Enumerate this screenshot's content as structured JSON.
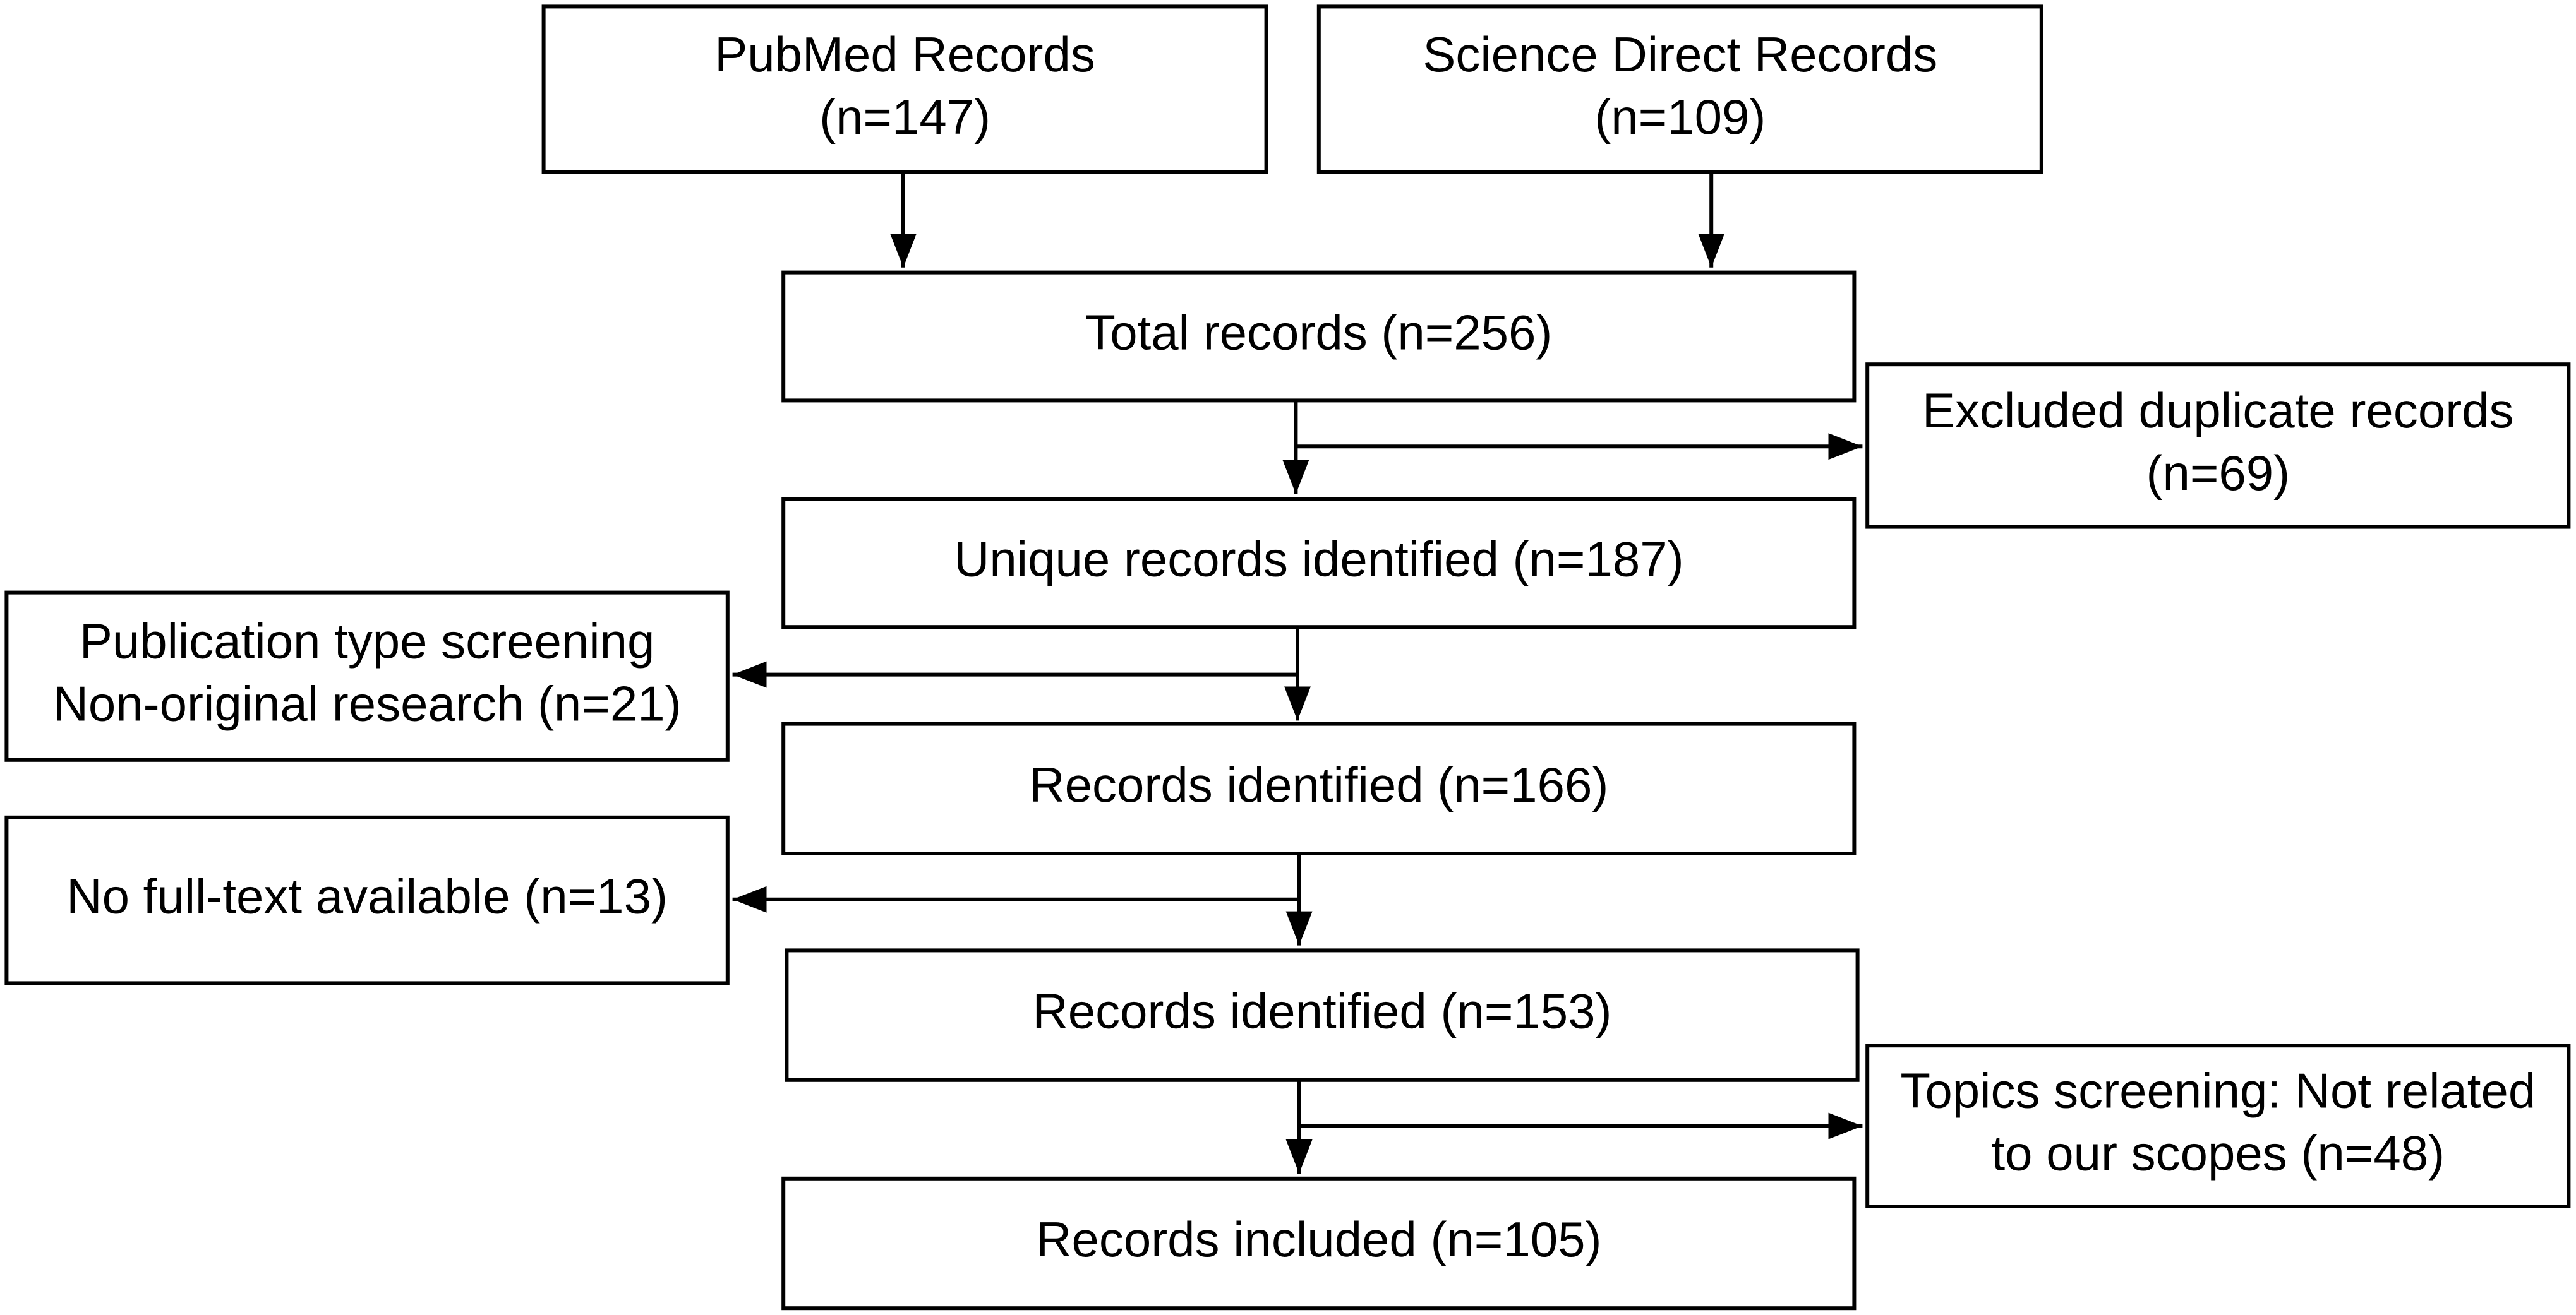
{
  "nodes": [
    {
      "id": "pubmed",
      "lines": [
        "PubMed Records",
        "(n=147)"
      ]
    },
    {
      "id": "science-direct",
      "lines": [
        "Science Direct Records",
        "(n=109)"
      ]
    },
    {
      "id": "total",
      "lines": [
        "Total records (n=256)"
      ]
    },
    {
      "id": "excluded-duplicates",
      "lines": [
        "Excluded duplicate records",
        "(n=69)"
      ]
    },
    {
      "id": "unique",
      "lines": [
        "Unique records identified (n=187)"
      ]
    },
    {
      "id": "publication-type",
      "lines": [
        "Publication type screening",
        "Non-original research (n=21)"
      ]
    },
    {
      "id": "records-166",
      "lines": [
        "Records identified (n=166)"
      ]
    },
    {
      "id": "no-fulltext",
      "lines": [
        "No full-text available (n=13)"
      ]
    },
    {
      "id": "records-153",
      "lines": [
        "Records identified (n=153)"
      ]
    },
    {
      "id": "topics-screening",
      "lines": [
        "Topics screening: Not related",
        "to our scopes (n=48)"
      ]
    },
    {
      "id": "included",
      "lines": [
        "Records included (n=105)"
      ]
    }
  ],
  "edges": [
    {
      "from": "pubmed",
      "to": "total"
    },
    {
      "from": "science-direct",
      "to": "total"
    },
    {
      "from": "total",
      "to": "unique"
    },
    {
      "from": "total",
      "to": "excluded-duplicates"
    },
    {
      "from": "unique",
      "to": "records-166"
    },
    {
      "from": "unique",
      "to": "publication-type"
    },
    {
      "from": "records-166",
      "to": "records-153"
    },
    {
      "from": "records-166",
      "to": "no-fulltext"
    },
    {
      "from": "records-153",
      "to": "included"
    },
    {
      "from": "records-153",
      "to": "topics-screening"
    }
  ]
}
